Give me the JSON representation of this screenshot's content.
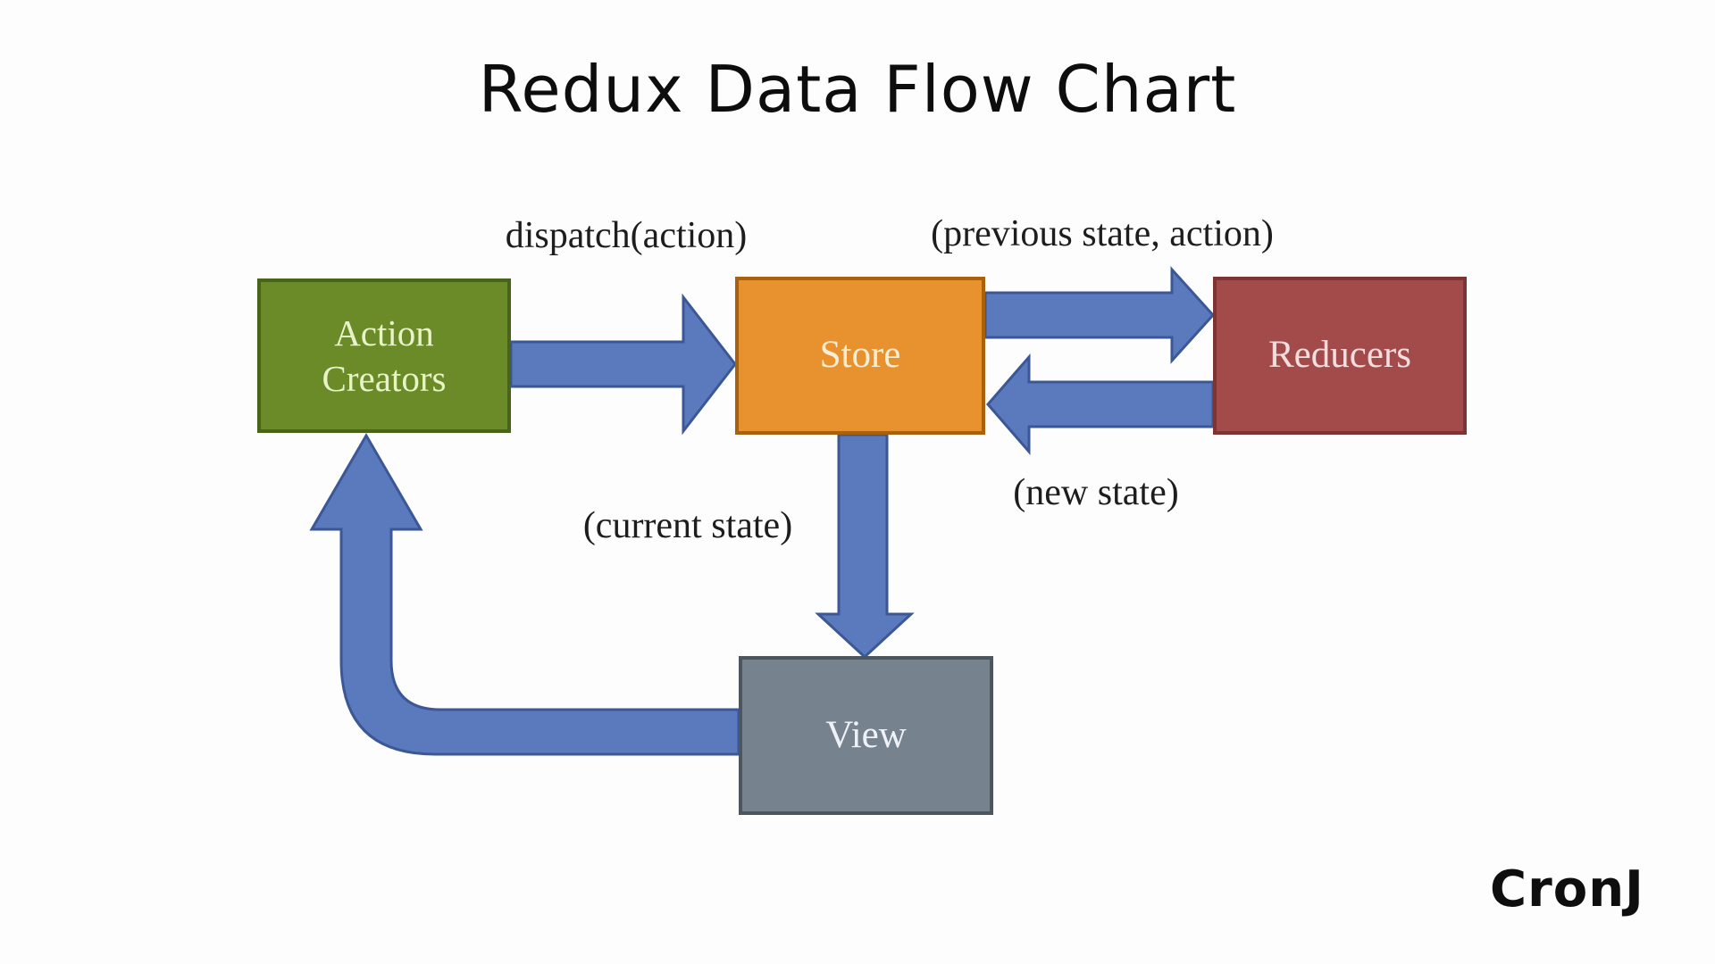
{
  "title": "Redux Data Flow Chart",
  "brand": "CronJ",
  "nodes": {
    "action_creators": {
      "label": "Action Creators"
    },
    "store": {
      "label": "Store"
    },
    "reducers": {
      "label": "Reducers"
    },
    "view": {
      "label": "View"
    }
  },
  "edge_labels": {
    "dispatch": "dispatch(action)",
    "previous_state": "(previous state, action)",
    "new_state": "(new state)",
    "current_state": "(current state)"
  },
  "edges": [
    {
      "from": "Action Creators",
      "to": "Store",
      "label": "dispatch(action)"
    },
    {
      "from": "Store",
      "to": "Reducers",
      "label": "(previous state, action)"
    },
    {
      "from": "Reducers",
      "to": "Store",
      "label": "(new state)"
    },
    {
      "from": "Store",
      "to": "View",
      "label": "(current state)"
    },
    {
      "from": "View",
      "to": "Action Creators",
      "label": ""
    }
  ],
  "colors": {
    "action_creators_fill": "#6a8b27",
    "action_creators_border": "#47641a",
    "store_fill": "#e8922f",
    "store_border": "#a8620f",
    "reducers_fill": "#a34b4b",
    "reducers_border": "#7c3434",
    "view_fill": "#76828d",
    "view_border": "#4c565e",
    "arrow_fill": "#5b79bd",
    "arrow_stroke": "#3c5795",
    "background": "#fdfdfd",
    "text_dark": "#1d1d1d"
  }
}
